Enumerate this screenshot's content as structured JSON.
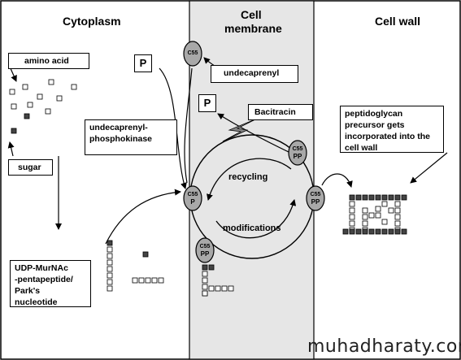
{
  "headers": {
    "cytoplasm": "Cytoplasm",
    "cell_membrane_line1": "Cell",
    "cell_membrane_line2": "membrane",
    "cell_wall": "Cell wall"
  },
  "labels": {
    "amino_acid": "amino acid",
    "sugar": "sugar",
    "p_top": "P",
    "p_mid": "P",
    "undecaprenyl": "undecaprenyl",
    "bacitracin": "Bacitracin",
    "kinase_line1": "undecaprenyl-",
    "kinase_line2": "phosphokinase",
    "udp_line1": "UDP-MurNAc",
    "udp_line2": "-pentapeptide/",
    "udp_line3": "Park's",
    "udp_line4": "nucleotide",
    "peptido_line1": "peptidoglycan",
    "peptido_line2": "precursor gets",
    "peptido_line3": "incorporated into the",
    "peptido_line4": "cell wall",
    "recycling": "recycling",
    "modifications": "modifications"
  },
  "carriers": {
    "c55_top": {
      "sub": "C55",
      "sub2": ""
    },
    "c55_p_left": {
      "sub": "C55",
      "sub2": "P"
    },
    "c55_pp_upper_right": {
      "sub": "C55",
      "sub2": "PP"
    },
    "c55_pp_right": {
      "sub": "C55",
      "sub2": "PP"
    },
    "c55_pp_bottom": {
      "sub": "C55",
      "sub2": "PP"
    }
  },
  "watermark": "muhadharaty.com",
  "colors": {
    "membrane": "#e6e6e6",
    "carrier_fill": "#a8a8a8",
    "dark_square": "#444444",
    "line": "#000000"
  }
}
